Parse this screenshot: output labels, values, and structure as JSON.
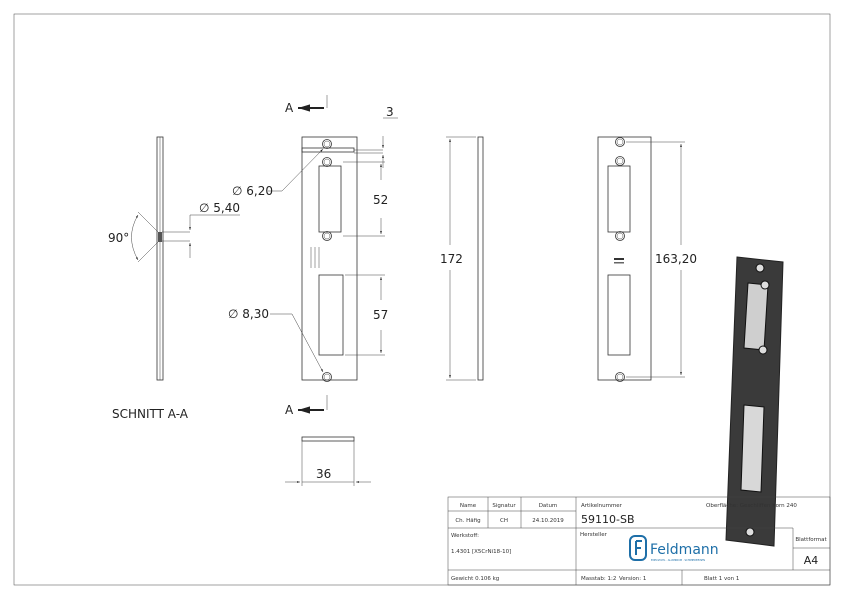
{
  "drawing": {
    "section_label": "SCHNITT A-A",
    "section_marker": "A",
    "dimensions": {
      "thickness": "3",
      "hole_top": "∅ 6,20",
      "hole_countersink": "∅ 5,40",
      "angle": "90°",
      "slot_upper": "52",
      "slot_lower": "57",
      "hole_bottom": "∅ 8,30",
      "length": "172",
      "hole_spacing": "163,20",
      "width": "36"
    }
  },
  "title_block": {
    "name_header": "Name",
    "signature_header": "Signatur",
    "date_header": "Datum",
    "name": "Ch. Häfig",
    "signature": "CH",
    "date": "24.10.2019",
    "article_label": "Artikelnummer",
    "article_number": "59110-SB",
    "surface": "Oberfläche:  Geschliffen Korn 240",
    "material_label": "Werkstoff:",
    "material": "1.4301 [X5CrNi18-10]",
    "manufacturer_label": "Hersteller",
    "logo_text": "Feldmann",
    "logo_tagline": "EDELSTAHL · ALUMINIUM · SCHMIEDEEISEN",
    "format_label": "Blattformat",
    "format": "A4",
    "weight": "Gewicht 0.106 kg",
    "scale": "Masstab: 1:2",
    "version": "Version: 1",
    "sheet": "Blatt 1 von 1"
  },
  "colors": {
    "logo": "#1e6fa8",
    "part": "#3a3a3a"
  }
}
